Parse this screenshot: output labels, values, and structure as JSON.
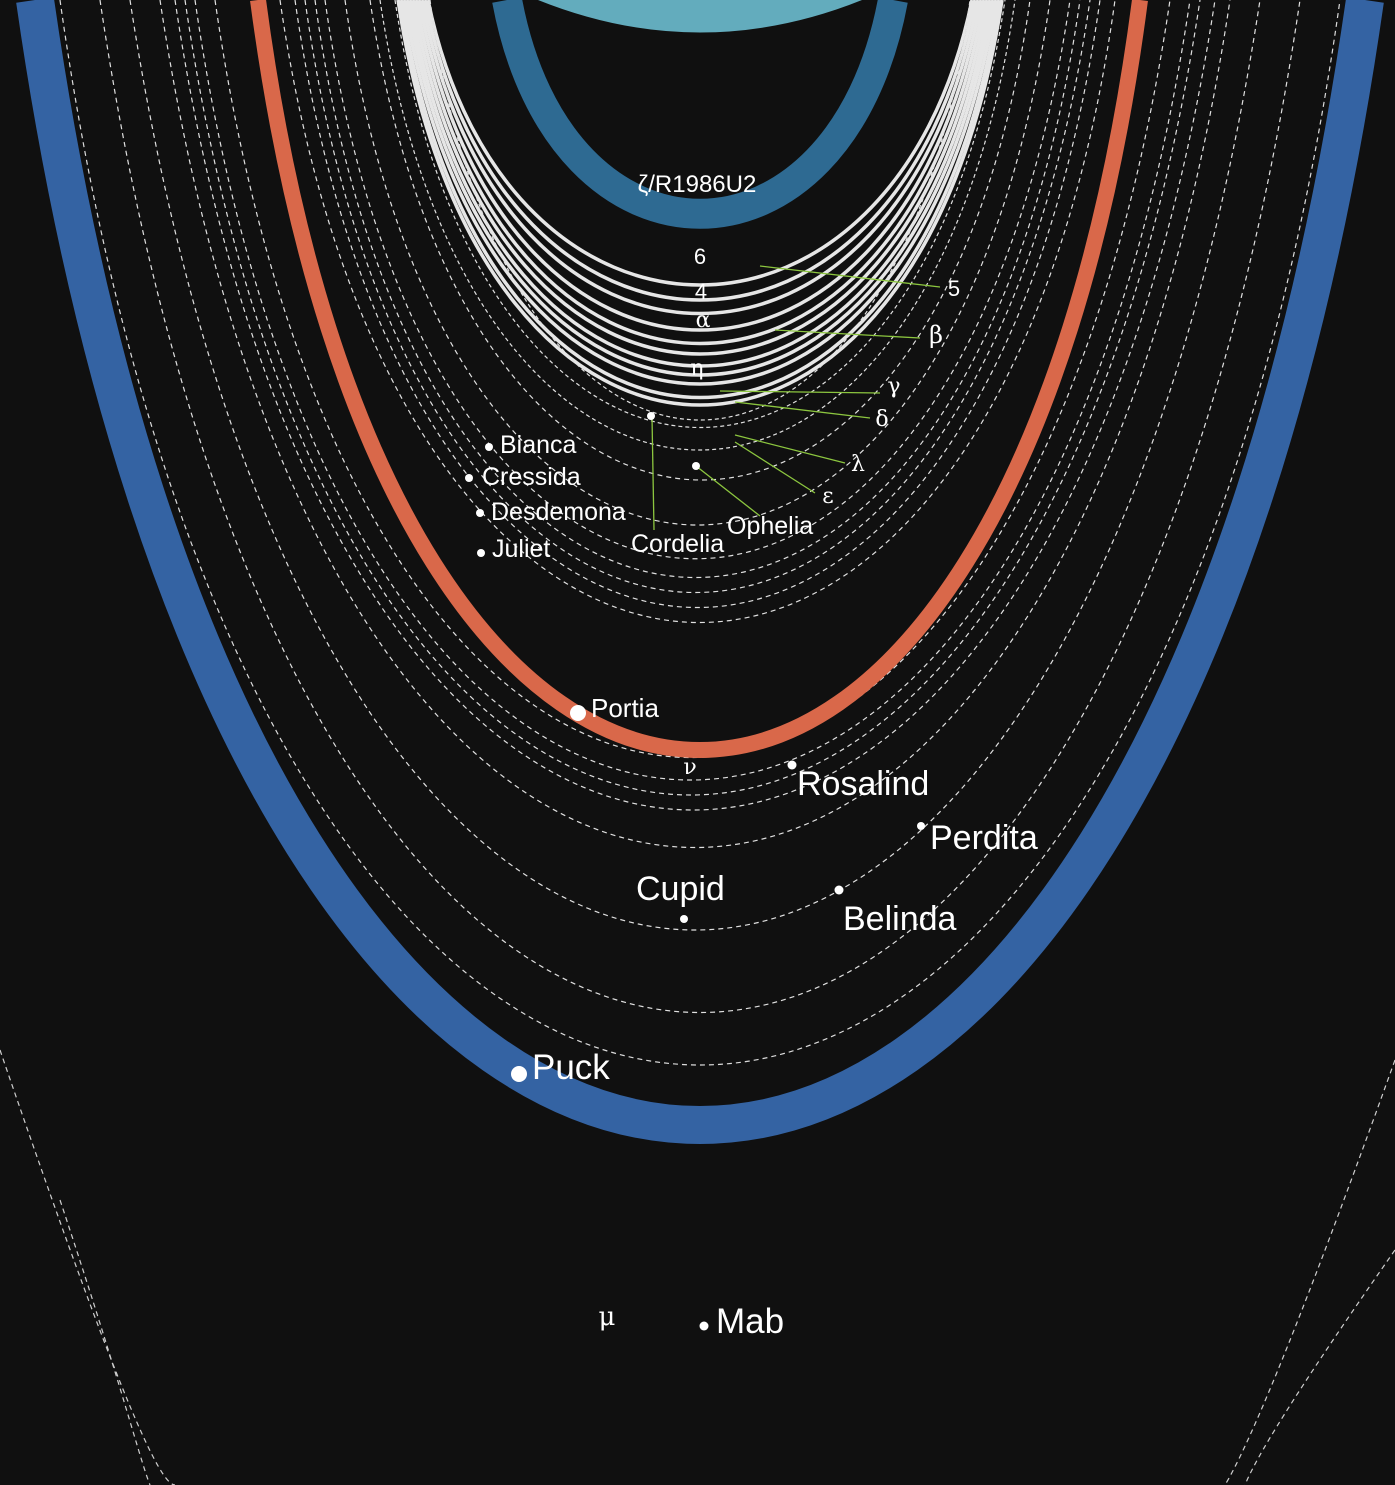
{
  "rings": {
    "zeta": "ζ/R1986U2",
    "six": "6",
    "five": "5",
    "four": "4",
    "alpha": "α",
    "beta": "β",
    "eta": "η",
    "gamma": "γ",
    "delta": "δ",
    "lambda": "λ",
    "epsilon": "ε",
    "nu": "ν",
    "mu": "μ"
  },
  "moons": {
    "bianca": "Bianca",
    "cressida": "Cressida",
    "desdemona": "Desdemona",
    "juliet": "Juliet",
    "cordelia": "Cordelia",
    "ophelia": "Ophelia",
    "portia": "Portia",
    "rosalind": "Rosalind",
    "perdita": "Perdita",
    "cupid": "Cupid",
    "belinda": "Belinda",
    "puck": "Puck",
    "mab": "Mab"
  },
  "colors": {
    "background": "#101010",
    "planet": "#63acbd",
    "zeta_ring": "#2e6a92",
    "main_rings": "#e6e6e6",
    "nu_ring": "#d9684a",
    "mu_ring": "#3463a3",
    "orbit": "#ffffff",
    "leader_line": "#8cc63f"
  }
}
